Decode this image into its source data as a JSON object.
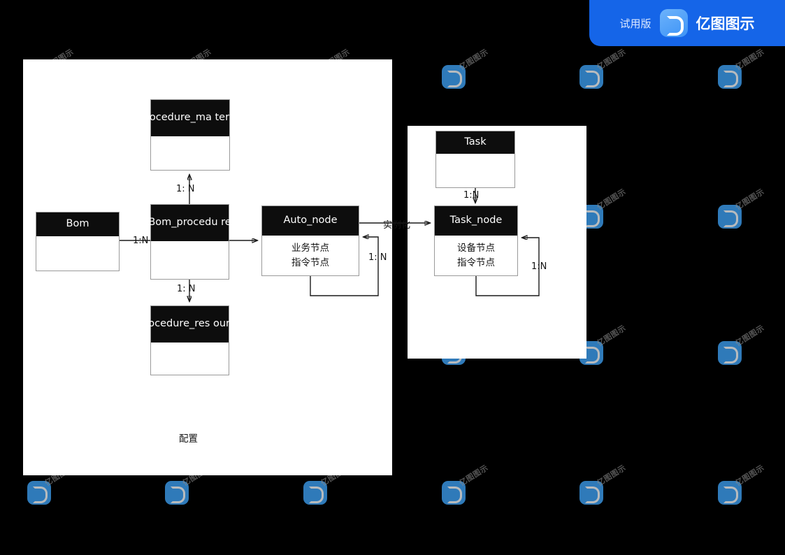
{
  "watermark": {
    "brand_text": "亿图图示",
    "logo_icon": "edraw-logo-icon"
  },
  "trial_badge": {
    "trial_label": "试用版",
    "brand_name": "亿图图示",
    "logo_icon": "edraw-logo-icon",
    "background_color": "#1565e8"
  },
  "diagram": {
    "type": "entity-relationship",
    "background_color": "#000000",
    "panel_color": "#ffffff",
    "header_color": "#0d0d0d",
    "panels": [
      {
        "id": "config",
        "name": "configuration-panel"
      },
      {
        "id": "runtime",
        "name": "runtime-panel"
      }
    ],
    "entities": [
      {
        "id": "procedure_material",
        "title": "procedure_ma\nterial",
        "attributes": []
      },
      {
        "id": "bom",
        "title": "Bom",
        "attributes": []
      },
      {
        "id": "bom_procedure",
        "title": "Bom_procedu\nre",
        "attributes": []
      },
      {
        "id": "procedure_resource",
        "title": "procedure_res\nource",
        "attributes": []
      },
      {
        "id": "auto_node",
        "title": "Auto_node",
        "attributes": [
          "业务节点",
          "指令节点"
        ]
      },
      {
        "id": "task",
        "title": "Task",
        "attributes": []
      },
      {
        "id": "task_node",
        "title": "Task_node",
        "attributes": [
          "设备节点",
          "指令节点"
        ]
      }
    ],
    "titles": {
      "procedure_material_l1": "procedure_ma",
      "procedure_material_l2": "terial",
      "bom": "Bom",
      "bom_procedure_l1": "Bom_procedu",
      "bom_procedure_l2": "re",
      "procedure_resource_l1": "procedure_res",
      "procedure_resource_l2": "ource",
      "auto_node": "Auto_node",
      "task": "Task",
      "task_node": "Task_node"
    },
    "attributes": {
      "auto_node_1": "业务节点",
      "auto_node_2": "指令节点",
      "task_node_1": "设备节点",
      "task_node_2": "指令节点"
    },
    "relations": [
      {
        "id": "bom_procedure_to_material",
        "from": "bom_procedure",
        "to": "procedure_material",
        "label": "1:  N"
      },
      {
        "id": "bom_procedure_to_resource",
        "from": "bom_procedure",
        "to": "procedure_resource",
        "label": "1: N"
      },
      {
        "id": "bom_to_bom_procedure",
        "from": "bom",
        "to": "bom_procedure",
        "label": "1:N"
      },
      {
        "id": "bom_procedure_to_auto",
        "from": "bom_procedure",
        "to": "auto_node",
        "label": ""
      },
      {
        "id": "auto_node_self",
        "from": "auto_node",
        "to": "auto_node",
        "label": "1:  N"
      },
      {
        "id": "auto_to_task_node",
        "from": "auto_node",
        "to": "task_node",
        "label": "实例化"
      },
      {
        "id": "task_to_task_node",
        "from": "task",
        "to": "task_node",
        "label": "1:N"
      },
      {
        "id": "task_node_self",
        "from": "task_node",
        "to": "task_node",
        "label": "1:N"
      }
    ],
    "labels": {
      "rel_material": "1:  N",
      "rel_resource": "1: N",
      "rel_bom": "1:N",
      "rel_auto_self": "1:  N",
      "rel_instantiate": "实例化",
      "rel_task": "1:N",
      "rel_task_node_self": "1:N"
    },
    "notes": {
      "config": "配置"
    }
  }
}
